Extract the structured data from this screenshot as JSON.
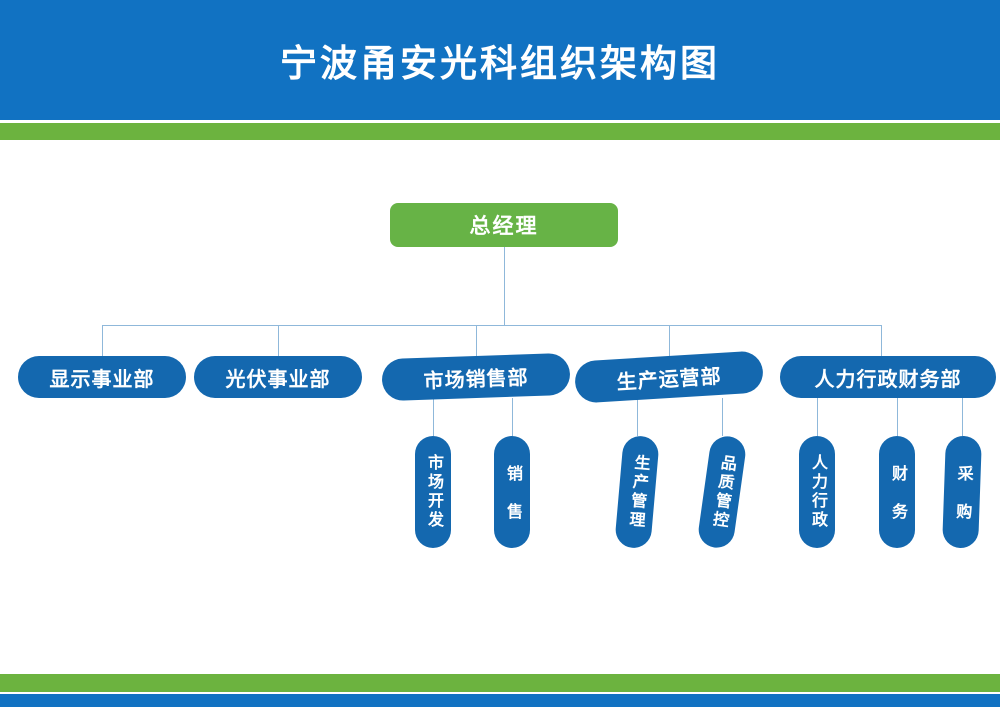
{
  "header": {
    "title": "宁波甬安光科组织架构图"
  },
  "chart": {
    "type": "org-chart",
    "root": {
      "label": "总经理"
    },
    "departments": [
      {
        "label": "显示事业部",
        "children": []
      },
      {
        "label": "光伏事业部",
        "children": []
      },
      {
        "label": "市场销售部",
        "children": [
          {
            "label": "市场开发"
          },
          {
            "label": "销售"
          }
        ]
      },
      {
        "label": "生产运营部",
        "children": [
          {
            "label": "生产管理"
          },
          {
            "label": "品质管控"
          }
        ]
      },
      {
        "label": "人力行政财务部",
        "children": [
          {
            "label": "人力行政"
          },
          {
            "label": "财务"
          },
          {
            "label": "采购"
          }
        ]
      }
    ]
  },
  "colors": {
    "banner_blue": "#1172c2",
    "stripe_green": "#6cb33f",
    "root_node_green": "#67b346",
    "node_blue": "#1468af",
    "connector_blue": "#8fb8da",
    "node_text": "#ffffff"
  }
}
